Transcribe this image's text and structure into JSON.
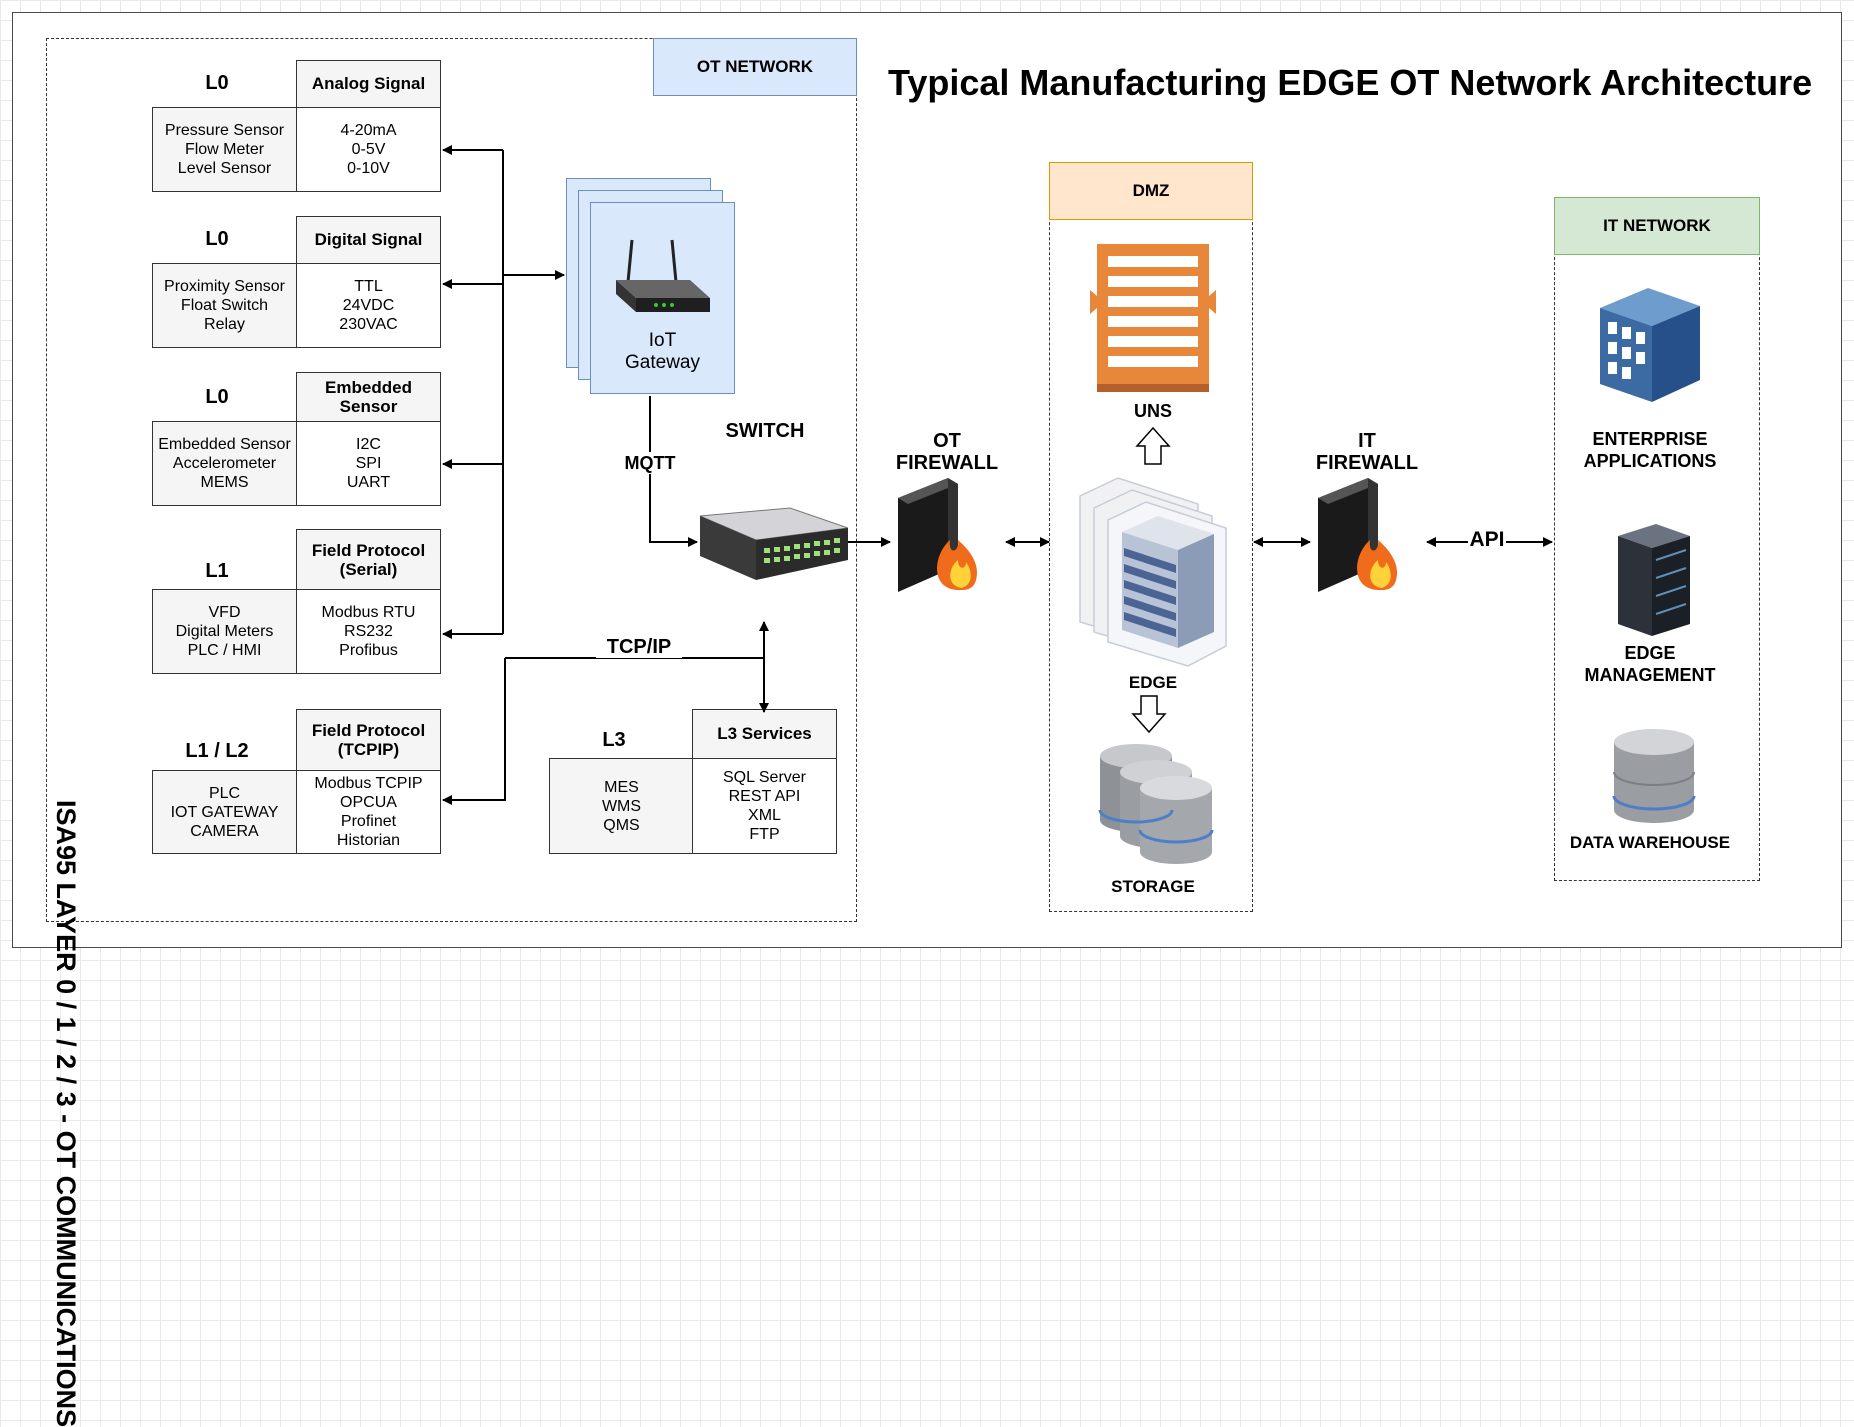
{
  "diagram": {
    "title": "Typical Manufacturing EDGE OT Network Architecture",
    "vertical_title": "ISA95  LAYER 0 / 1 / 2 / 3 - OT COMMUNICATIONS",
    "zones": {
      "ot_network": "OT NETWORK",
      "dmz": "DMZ",
      "it_network": "IT NETWORK"
    },
    "layers": [
      {
        "level": "L0",
        "header": "Analog Signal",
        "devices": [
          "Pressure Sensor",
          "Flow Meter",
          "Level Sensor"
        ],
        "signals": [
          "4-20mA",
          "0-5V",
          "0-10V"
        ]
      },
      {
        "level": "L0",
        "header": "Digital Signal",
        "devices": [
          "Proximity Sensor",
          "Float Switch",
          "Relay"
        ],
        "signals": [
          "TTL",
          "24VDC",
          "230VAC"
        ]
      },
      {
        "level": "L0",
        "header_lines": [
          "Embedded",
          "Sensor"
        ],
        "devices": [
          "Embedded Sensor",
          "Accelerometer",
          "MEMS"
        ],
        "signals": [
          "I2C",
          "SPI",
          "UART"
        ]
      },
      {
        "level": "L1",
        "header_lines": [
          "Field Protocol",
          "(Serial)"
        ],
        "devices": [
          "VFD",
          "Digital Meters",
          "PLC / HMI"
        ],
        "signals": [
          "Modbus RTU",
          "RS232",
          "Profibus"
        ]
      },
      {
        "level": "L1 / L2",
        "header_lines": [
          "Field Protocol",
          "(TCPIP)"
        ],
        "devices": [
          "PLC",
          "IOT GATEWAY",
          "CAMERA"
        ],
        "signals": [
          "Modbus TCPIP",
          "OPCUA",
          "Profinet",
          "Historian"
        ]
      }
    ],
    "l3": {
      "level": "L3",
      "header": "L3 Services",
      "devices": [
        "MES",
        "WMS",
        "QMS"
      ],
      "services": [
        "SQL Server",
        "REST API",
        "XML",
        "FTP"
      ]
    },
    "labels": {
      "iot_gateway": [
        "IoT",
        "Gateway"
      ],
      "switch": "SWITCH",
      "mqtt": "MQTT",
      "tcpip": "TCP/IP",
      "ot_firewall": [
        "OT",
        "FIREWALL"
      ],
      "it_firewall": [
        "IT",
        "FIREWALL"
      ],
      "uns": "UNS",
      "edge": "EDGE",
      "storage": "STORAGE",
      "api": "API",
      "enterprise_apps": [
        "ENTERPRISE",
        "APPLICATIONS"
      ],
      "edge_management": [
        "EDGE",
        "MANAGEMENT"
      ],
      "data_warehouse": "DATA WAREHOUSE"
    },
    "icons": [
      "wireless-router-icon",
      "network-switch-icon",
      "firewall-icon",
      "uns-broker-icon",
      "edge-server-stack-icon",
      "database-icon",
      "building-icon",
      "server-rack-icon"
    ],
    "colors": {
      "ot_zone_fill": "#dae8fc",
      "ot_zone_stroke": "#6c8ebf",
      "dmz_fill": "#ffe6cc",
      "dmz_stroke": "#d79b00",
      "it_fill": "#d5e8d4",
      "it_stroke": "#82b366",
      "uns_orange": "#e8873a"
    }
  }
}
